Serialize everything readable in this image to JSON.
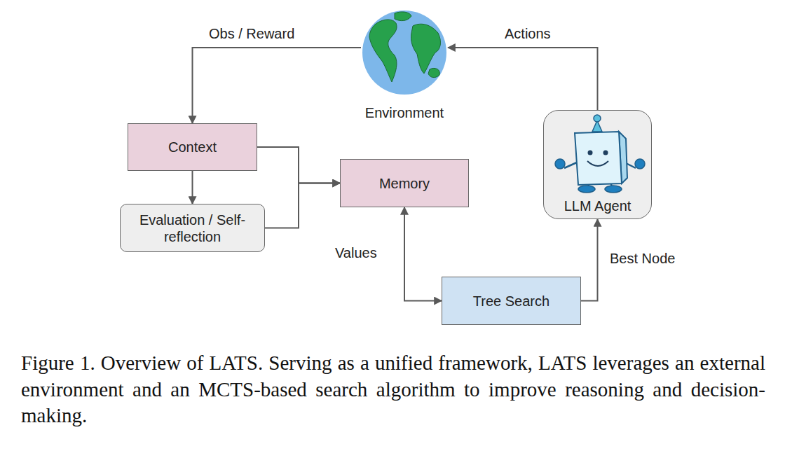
{
  "diagram": {
    "caption": "Figure 1. Overview of LATS. Serving as a unified framework, LATS leverages an external environment and an MCTS-based search algorithm to improve reasoning and decision-making.",
    "nodes": [
      {
        "text": [
          "Environment"
        ]
      },
      {
        "text": [
          "Context"
        ]
      },
      {
        "text": [
          "Memory"
        ]
      },
      {
        "text": [
          "LLM Agent"
        ]
      },
      {
        "text": [
          "Evaluation / Self-reflection"
        ]
      },
      {
        "text": [
          "Tree Search"
        ]
      }
    ],
    "edges": [
      {
        "from": 0,
        "to": 1,
        "label": "Obs / Reward",
        "arrow": "to"
      },
      {
        "from": 3,
        "to": 0,
        "label": "Actions",
        "arrow": "to"
      },
      {
        "from": 1,
        "to": 4,
        "arrow": "to"
      },
      {
        "from": 1,
        "to": 2,
        "arrow": "to"
      },
      {
        "from": 4,
        "to": 2,
        "arrow": "to"
      },
      {
        "from": 2,
        "to": 5,
        "label": "Values",
        "arrow": "both"
      },
      {
        "from": 5,
        "to": 3,
        "label": "Best Node",
        "arrow": "to"
      }
    ]
  }
}
